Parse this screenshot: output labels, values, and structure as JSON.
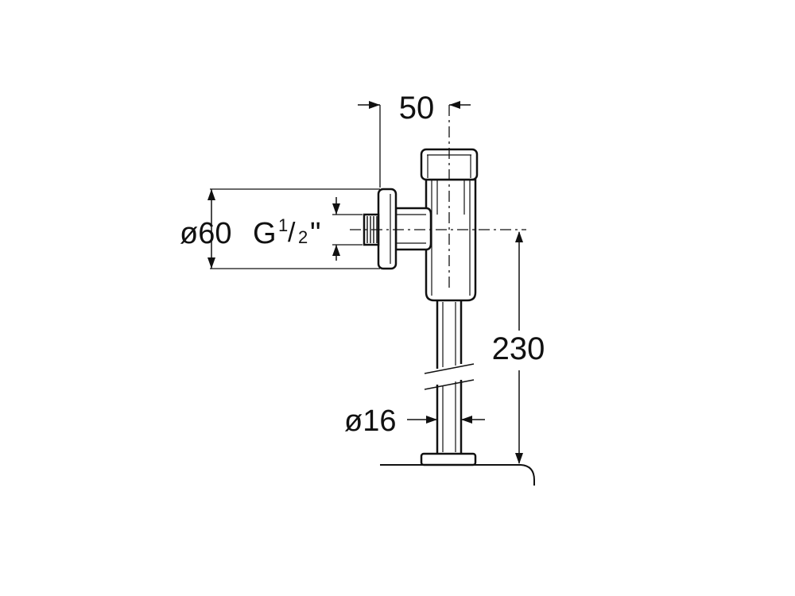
{
  "drawing": {
    "dimensions": {
      "width_offset": "50",
      "height": "230",
      "flange_diameter": "ø60",
      "thread_spec_prefix": "G",
      "thread_spec_num": "1",
      "thread_spec_slash": "/",
      "thread_spec_den": "2",
      "thread_spec_suffix": "\"",
      "tube_diameter": "ø16"
    },
    "colors": {
      "line": "#111111",
      "background": "#ffffff"
    }
  }
}
